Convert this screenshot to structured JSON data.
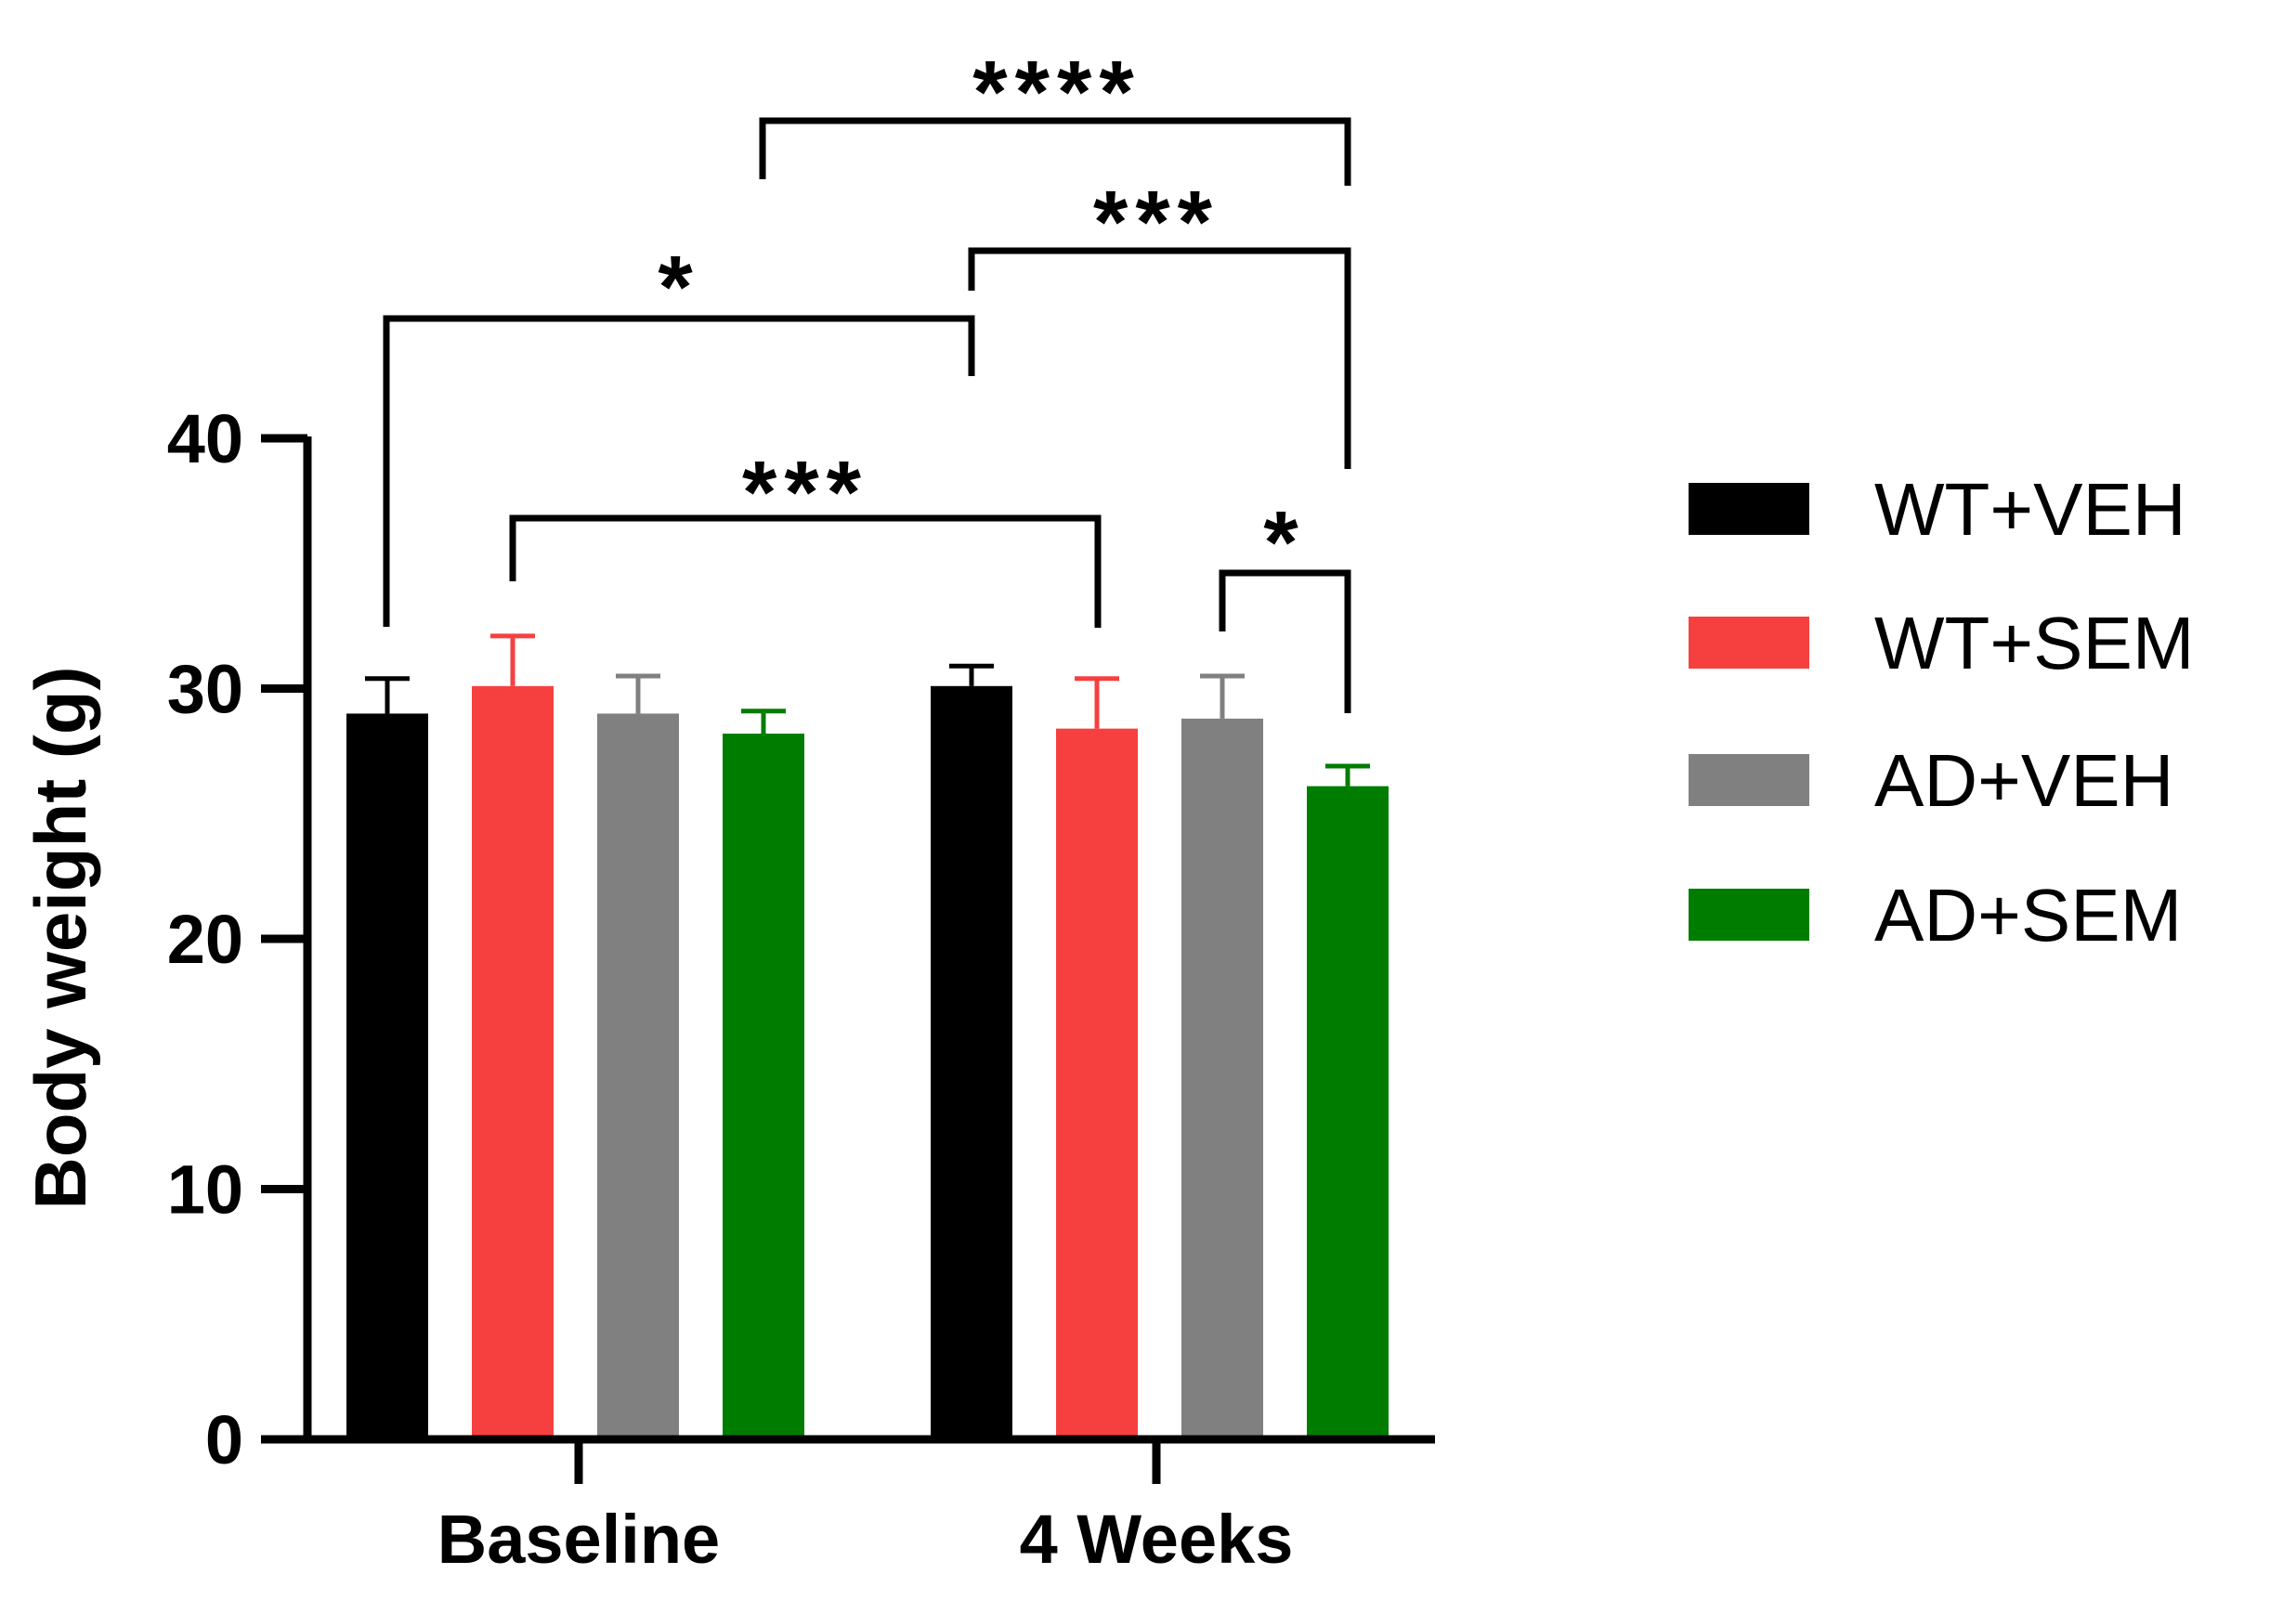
{
  "chart_data": {
    "type": "bar",
    "title": "",
    "xlabel": "",
    "ylabel": "Body weight (g)",
    "ylim": [
      0,
      40
    ],
    "yticks": [
      "0",
      "10",
      "20",
      "30",
      "40"
    ],
    "categories": [
      "Baseline",
      "4 Weeks"
    ],
    "series": [
      {
        "name": "WT+VEH",
        "color": "#000000",
        "values": [
          29.0,
          30.1
        ],
        "errors": [
          1.4,
          0.8
        ]
      },
      {
        "name": "WT+SEM",
        "color": "#f64040",
        "values": [
          30.1,
          28.4
        ],
        "errors": [
          2.0,
          2.0
        ]
      },
      {
        "name": "AD+VEH",
        "color": "#808080",
        "values": [
          29.0,
          28.8
        ],
        "errors": [
          1.5,
          1.7
        ]
      },
      {
        "name": "AD+SEM",
        "color": "#007d00",
        "values": [
          28.2,
          26.1
        ],
        "errors": [
          0.9,
          0.8
        ]
      }
    ],
    "legend_position": "right",
    "grid": false,
    "significance": [
      {
        "label": "*",
        "from": {
          "category": 0,
          "series": 0
        },
        "to": {
          "category": 1,
          "series": 0
        }
      },
      {
        "label": "***",
        "from": {
          "category": 0,
          "series": 1
        },
        "to": {
          "category": 1,
          "series": 1
        }
      },
      {
        "label": "****",
        "from": {
          "category": 0,
          "series": 3
        },
        "to": {
          "category": 1,
          "series": 3
        }
      },
      {
        "label": "***",
        "from": {
          "category": 1,
          "series": 0
        },
        "to": {
          "category": 1,
          "series": 3
        }
      },
      {
        "label": "*",
        "from": {
          "category": 1,
          "series": 2
        },
        "to": {
          "category": 1,
          "series": 3
        }
      }
    ]
  }
}
